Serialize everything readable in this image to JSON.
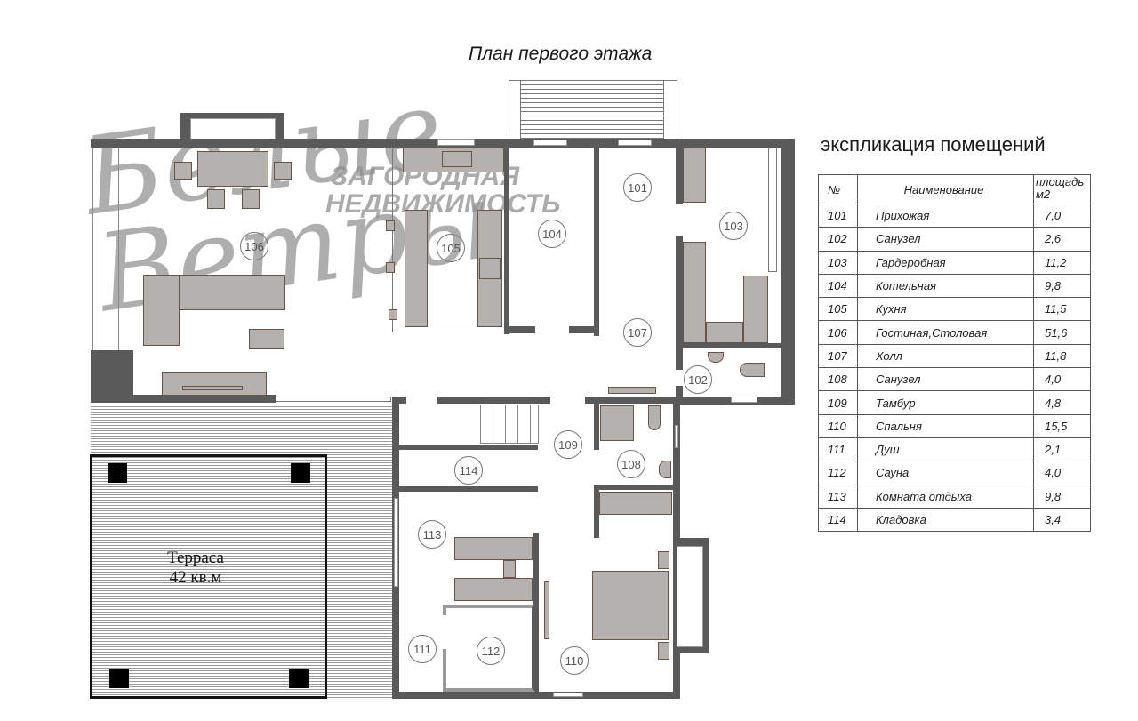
{
  "title": "План первого этажа",
  "watermark": {
    "script": "Белые Ветры",
    "line1": "ЗАГОРОДНАЯ",
    "line2": "НЕДВИЖИМОСТЬ"
  },
  "terrace": {
    "label": "Терраса",
    "area": "42 кв.м"
  },
  "room_markers": [
    "101",
    "102",
    "103",
    "104",
    "105",
    "106",
    "107",
    "108",
    "109",
    "110",
    "111",
    "112",
    "113",
    "114"
  ],
  "explication": {
    "title": "экспликация помещений",
    "headers": {
      "no": "№",
      "name": "Наименование",
      "area": "площадь м2"
    },
    "rows": [
      {
        "no": "101",
        "name": "Прихожая",
        "area": "7,0"
      },
      {
        "no": "102",
        "name": "Санузел",
        "area": "2,6"
      },
      {
        "no": "103",
        "name": "Гардеробная",
        "area": "11,2"
      },
      {
        "no": "104",
        "name": "Котельная",
        "area": "9,8"
      },
      {
        "no": "105",
        "name": "Кухня",
        "area": "11,5"
      },
      {
        "no": "106",
        "name": "Гостиная,Столовая",
        "area": "51,6"
      },
      {
        "no": "107",
        "name": "Холл",
        "area": "11,8"
      },
      {
        "no": "108",
        "name": "Санузел",
        "area": "4,0"
      },
      {
        "no": "109",
        "name": "Тамбур",
        "area": "4,8"
      },
      {
        "no": "110",
        "name": "Спальня",
        "area": "15,5"
      },
      {
        "no": "111",
        "name": "Душ",
        "area": "2,1"
      },
      {
        "no": "112",
        "name": "Сауна",
        "area": "4,0"
      },
      {
        "no": "113",
        "name": "Комната отдыха",
        "area": "9,8"
      },
      {
        "no": "114",
        "name": "Кладовка",
        "area": "3,4"
      }
    ]
  }
}
